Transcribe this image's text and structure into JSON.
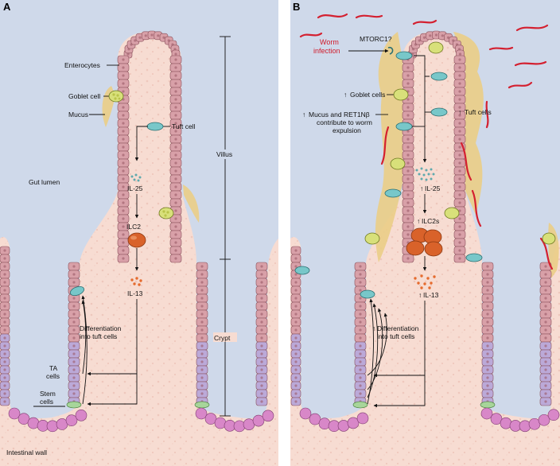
{
  "panels": {
    "a": {
      "letter": "A",
      "labels": {
        "enterocytes": "Enterocytes",
        "goblet_cell": "Goblet cell",
        "mucus": "Mucus",
        "tuft_cell": "Tuft cell",
        "gut_lumen": "Gut lumen",
        "il25": "IL-25",
        "ilc2": "ILC2",
        "il13": "IL-13",
        "villus": "Villus",
        "crypt": "Crypt",
        "differentiation_line1": "Differentiation",
        "differentiation_line2": "into tuft cells",
        "ta_line1": "TA",
        "ta_line2": "cells",
        "stem_line1": "Stem",
        "stem_line2": "cells",
        "intestinal_wall": "Intestinal wall"
      }
    },
    "b": {
      "letter": "B",
      "labels": {
        "worm_line1": "Worm",
        "worm_line2": "infection",
        "mtorc1": "MTORC1?",
        "goblet_cells": "Goblet cells",
        "tuft_cells": "Tuft cells",
        "mucus_line1": "Mucus and RET1Nβ",
        "mucus_line2": "contribute to worm",
        "mucus_line3": "expulsion",
        "il25": "IL-25",
        "ilc2s": "ILC2s",
        "il13": "IL-13",
        "differentiation_line1": "Differentiation",
        "differentiation_line2": "into tuft cells"
      }
    }
  },
  "colors": {
    "lumen": "#cfd9ea",
    "tissue": "#f7dcd2",
    "enterocyte": "#d8a0a8",
    "enterocyte_edge": "#8a4f5a",
    "goblet": "#d8e07a",
    "tuft": "#78c7c9",
    "ta_cell": "#bba9d8",
    "stem_cell": "#a7d59a",
    "paneth": "#d887c8",
    "mucus": "#eacd86",
    "ilc2": "#d9622a",
    "il25_dots": "#5fa9ad",
    "il13_dots": "#e56b2e",
    "worm": "#d42030"
  }
}
